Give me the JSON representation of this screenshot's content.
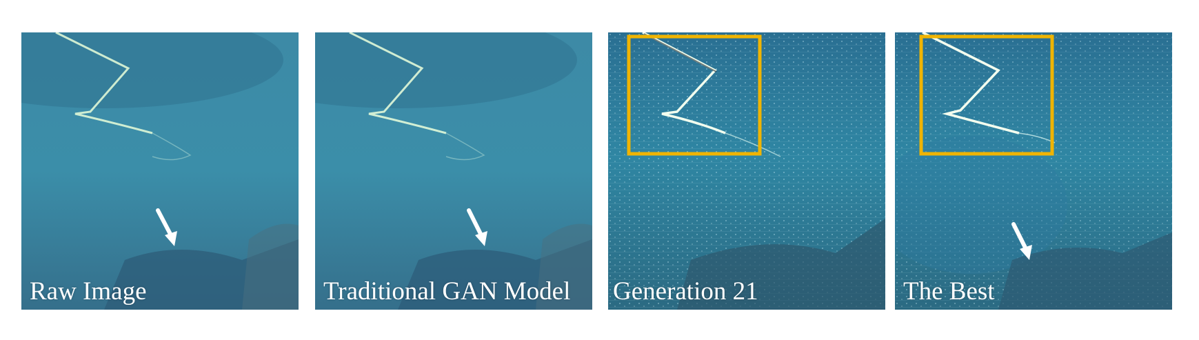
{
  "panels": [
    {
      "caption": "Raw Image",
      "arrow": true,
      "highlight_box": false
    },
    {
      "caption": "Traditional GAN Model",
      "arrow": true,
      "highlight_box": false
    },
    {
      "caption": "Generation 21",
      "arrow": false,
      "highlight_box": true
    },
    {
      "caption": "The Best",
      "arrow": true,
      "highlight_box": true
    }
  ],
  "colors": {
    "water_raw": "#3a8fab",
    "water_enhanced": "#2a7f9e",
    "rock": "#2f5570",
    "box": "#f0b400",
    "arrow": "#ffffff"
  }
}
